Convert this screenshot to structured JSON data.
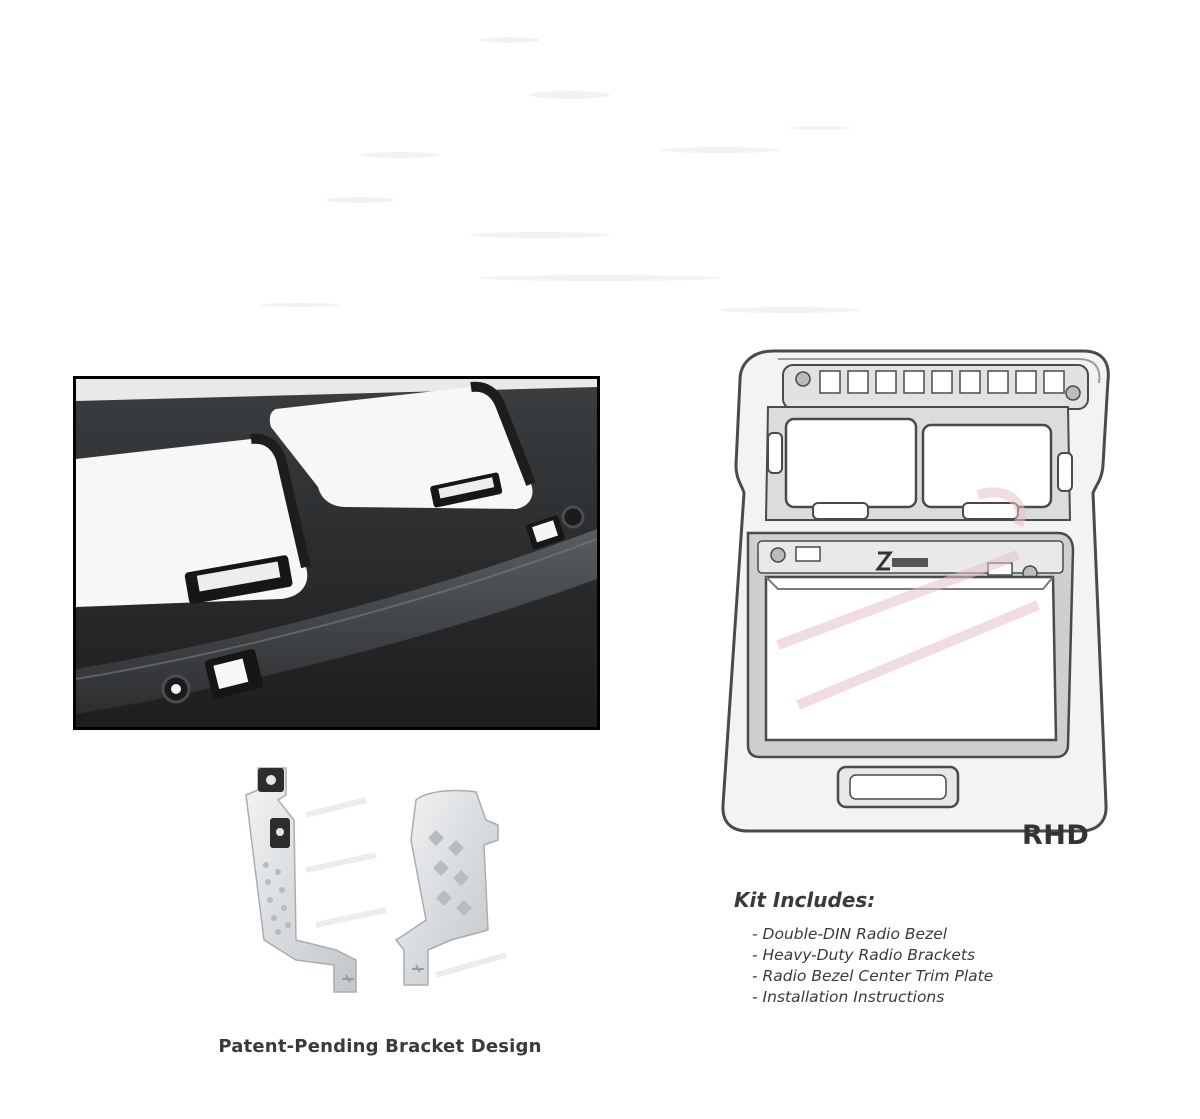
{
  "caption": {
    "bracket": "Patent-Pending Bracket Design"
  },
  "bezel": {
    "side_label": "RHD"
  },
  "kit": {
    "title": "Kit Includes:",
    "items": [
      "- Double-DIN Radio Bezel",
      "- Heavy-Duty Radio Brackets",
      "- Radio Bezel Center Trim Plate",
      "- Installation Instructions"
    ]
  },
  "colors": {
    "photo_plastic": "#2b2d2e",
    "frame": "#000000",
    "text": "#3a3a3a",
    "bracket_metal": "#d9dcdf",
    "bezel_fill": "#f3f3f3",
    "watermark": "#e7c3c9"
  }
}
